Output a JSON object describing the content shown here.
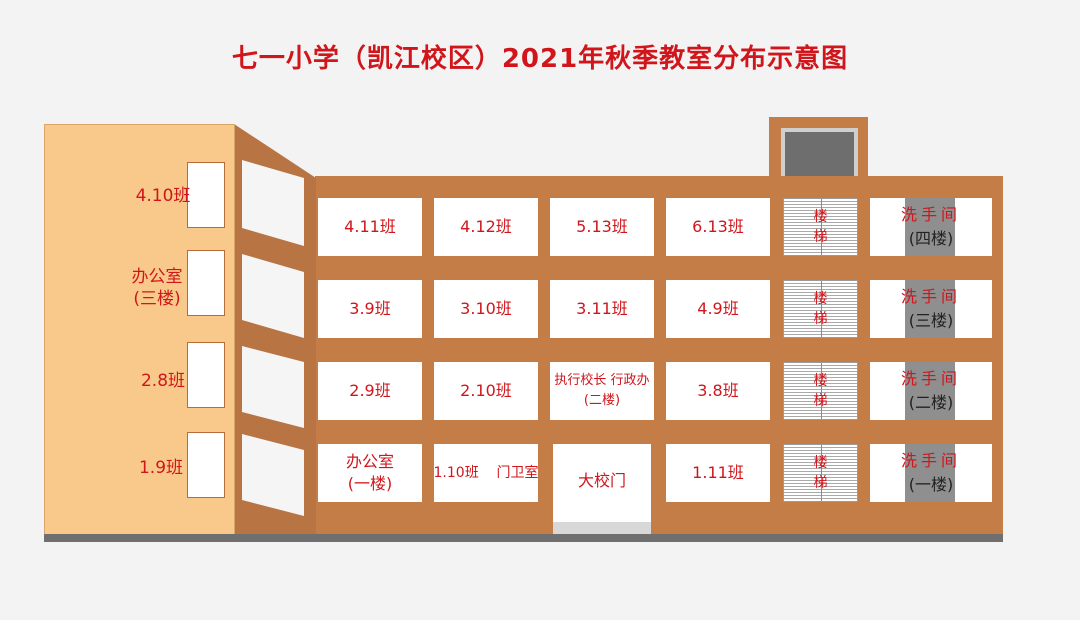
{
  "title": "七一小学（凯江校区）2021年秋季教室分布示意图",
  "colors": {
    "facade": "#f8c98a",
    "wall": "#c47d47",
    "side_wall": "#b87442",
    "title": "#d0161b",
    "label": "#d0161b",
    "ground": "#6f6f6f"
  },
  "left_wing": [
    {
      "line1": "4.10班",
      "line2": ""
    },
    {
      "line1": "办公室",
      "line2": "(三楼)"
    },
    {
      "line1": "2.8班",
      "line2": ""
    },
    {
      "line1": "1.9班",
      "line2": ""
    }
  ],
  "floors": [
    {
      "rooms": [
        {
          "line1": "4.11班",
          "line2": ""
        },
        {
          "line1": "4.12班",
          "line2": ""
        },
        {
          "line1": "5.13班",
          "line2": ""
        },
        {
          "line1": "6.13班",
          "line2": ""
        }
      ],
      "stairs": "楼梯",
      "washroom": {
        "line1": "洗手间",
        "line2": "(四楼)"
      }
    },
    {
      "rooms": [
        {
          "line1": "3.9班",
          "line2": ""
        },
        {
          "line1": "3.10班",
          "line2": ""
        },
        {
          "line1": "3.11班",
          "line2": ""
        },
        {
          "line1": "4.9班",
          "line2": ""
        }
      ],
      "stairs": "楼梯",
      "washroom": {
        "line1": "洗手间",
        "line2": "(三楼)"
      }
    },
    {
      "rooms": [
        {
          "line1": "2.9班",
          "line2": ""
        },
        {
          "line1": "2.10班",
          "line2": ""
        },
        {
          "line1": "执行校长  行政办",
          "line2": "(二楼)"
        },
        {
          "line1": "3.8班",
          "line2": ""
        }
      ],
      "stairs": "楼梯",
      "washroom": {
        "line1": "洗手间",
        "line2": "(二楼)"
      }
    },
    {
      "rooms": [
        {
          "line1": "办公室",
          "line2": "(一楼)"
        },
        {
          "line1": "1.10班    门卫室",
          "line2": ""
        },
        {
          "line1": "大校门",
          "line2": ""
        },
        {
          "line1": "1.11班",
          "line2": ""
        }
      ],
      "stairs": "楼梯",
      "washroom": {
        "line1": "洗手间",
        "line2": "(一楼)"
      }
    }
  ]
}
